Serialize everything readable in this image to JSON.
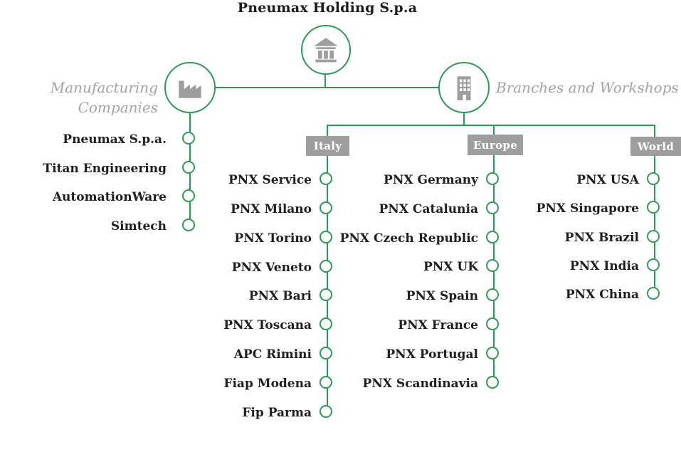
{
  "title": "Pneumax Holding S.p.a",
  "root": {
    "icon": "bank-icon"
  },
  "manufacturing": {
    "label": "Manufacturing Companies",
    "icon": "factory-icon",
    "companies": [
      "Pneumax S.p.a.",
      "Titan Engineering",
      "AutomationWare",
      "Simtech"
    ]
  },
  "branches": {
    "label": "Branches and Workshops",
    "icon": "building-icon",
    "groups": [
      {
        "name": "Italy",
        "items": [
          "PNX Service",
          "PNX Milano",
          "PNX Torino",
          "PNX Veneto",
          "PNX Bari",
          "PNX Toscana",
          "APC Rimini",
          "Fiap Modena",
          "Fip Parma"
        ]
      },
      {
        "name": "Europe",
        "items": [
          "PNX Germany",
          "PNX Catalunia",
          "PNX Czech Republic",
          "PNX UK",
          "PNX Spain",
          "PNX France",
          "PNX Portugal",
          "PNX Scandinavia"
        ]
      },
      {
        "name": "World",
        "items": [
          "PNX USA",
          "PNX Singapore",
          "PNX Brazil",
          "PNX India",
          "PNX China"
        ]
      }
    ]
  },
  "colors": {
    "accent_green": "#2E9B52",
    "badge_gray": "#9E9E9E",
    "icon_gray": "#9E9E9E",
    "text_dark": "#1F1F1F",
    "side_label_gray": "#A2A2A2"
  }
}
